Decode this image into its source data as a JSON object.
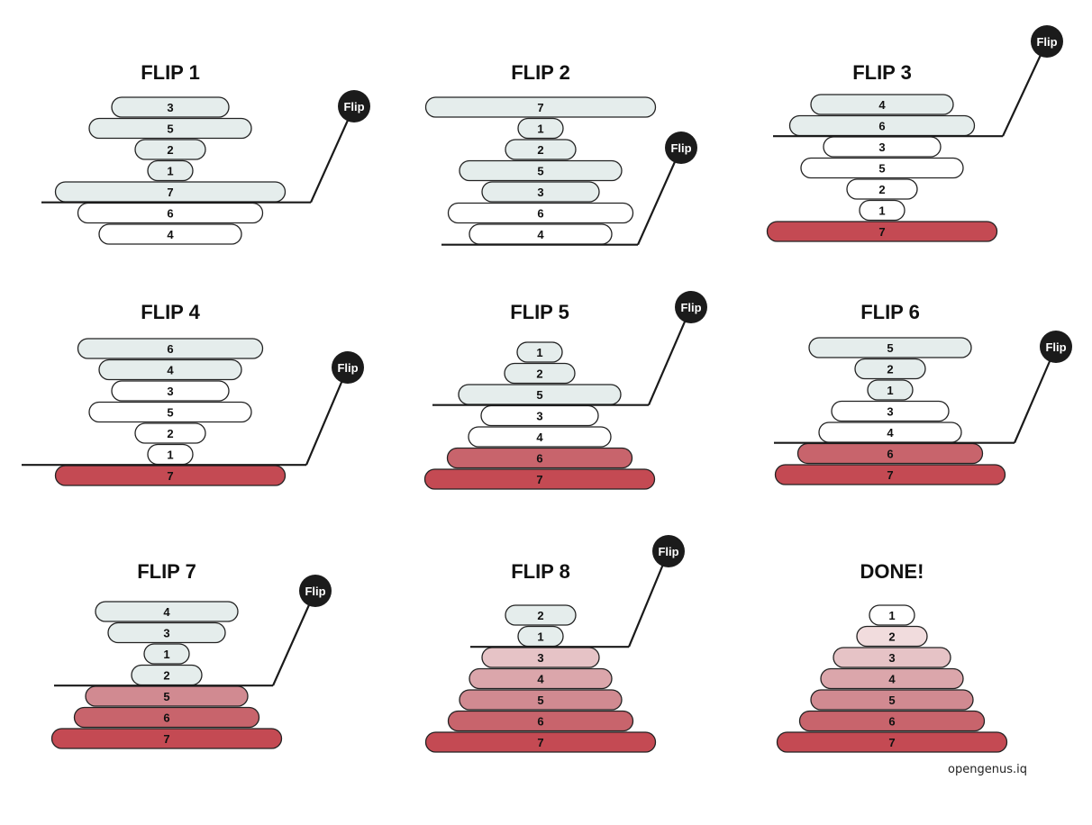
{
  "colors": {
    "pending": "#e5edec",
    "unmarked": "#ffffff",
    "sorted_1": "#ffffff",
    "sorted_2": "#f1dcdd",
    "sorted_3": "#e6c3c6",
    "sorted_4": "#dba6ab",
    "sorted_5": "#d18a91",
    "sorted_6": "#c8646c",
    "sorted_7": "#c44a53",
    "outline": "#222222",
    "flip_marker": "#1b1b1b"
  },
  "flip_marker_label": "Flip",
  "panels": [
    {
      "title": "FLIP 1",
      "flip": true,
      "disks": [
        {
          "value": "3",
          "state": "pending"
        },
        {
          "value": "5",
          "state": "pending"
        },
        {
          "value": "2",
          "state": "pending"
        },
        {
          "value": "1",
          "state": "pending"
        },
        {
          "value": "7",
          "state": "pending"
        },
        {
          "value": "6",
          "state": "unmarked"
        },
        {
          "value": "4",
          "state": "unmarked"
        }
      ]
    },
    {
      "title": "FLIP 2",
      "flip": true,
      "disks": [
        {
          "value": "7",
          "state": "pending"
        },
        {
          "value": "1",
          "state": "pending"
        },
        {
          "value": "2",
          "state": "pending"
        },
        {
          "value": "5",
          "state": "pending"
        },
        {
          "value": "3",
          "state": "pending"
        },
        {
          "value": "6",
          "state": "unmarked"
        },
        {
          "value": "4",
          "state": "unmarked"
        }
      ]
    },
    {
      "title": "FLIP 3",
      "flip": true,
      "disks": [
        {
          "value": "4",
          "state": "pending"
        },
        {
          "value": "6",
          "state": "pending"
        },
        {
          "value": "3",
          "state": "unmarked"
        },
        {
          "value": "5",
          "state": "unmarked"
        },
        {
          "value": "2",
          "state": "unmarked"
        },
        {
          "value": "1",
          "state": "unmarked"
        },
        {
          "value": "7",
          "state": "sorted"
        }
      ]
    },
    {
      "title": "FLIP 4",
      "flip": true,
      "disks": [
        {
          "value": "6",
          "state": "pending"
        },
        {
          "value": "4",
          "state": "pending"
        },
        {
          "value": "3",
          "state": "unmarked"
        },
        {
          "value": "5",
          "state": "unmarked"
        },
        {
          "value": "2",
          "state": "unmarked"
        },
        {
          "value": "1",
          "state": "unmarked"
        },
        {
          "value": "7",
          "state": "sorted"
        }
      ]
    },
    {
      "title": "FLIP 5",
      "flip": true,
      "disks": [
        {
          "value": "1",
          "state": "pending"
        },
        {
          "value": "2",
          "state": "pending"
        },
        {
          "value": "5",
          "state": "pending"
        },
        {
          "value": "3",
          "state": "unmarked"
        },
        {
          "value": "4",
          "state": "unmarked"
        },
        {
          "value": "6",
          "state": "sorted"
        },
        {
          "value": "7",
          "state": "sorted"
        }
      ]
    },
    {
      "title": "FLIP 6",
      "flip": true,
      "disks": [
        {
          "value": "5",
          "state": "pending"
        },
        {
          "value": "2",
          "state": "pending"
        },
        {
          "value": "1",
          "state": "pending"
        },
        {
          "value": "3",
          "state": "unmarked"
        },
        {
          "value": "4",
          "state": "unmarked"
        },
        {
          "value": "6",
          "state": "sorted"
        },
        {
          "value": "7",
          "state": "sorted"
        }
      ]
    },
    {
      "title": "FLIP 7",
      "flip": true,
      "disks": [
        {
          "value": "4",
          "state": "pending"
        },
        {
          "value": "3",
          "state": "pending"
        },
        {
          "value": "1",
          "state": "pending"
        },
        {
          "value": "2",
          "state": "pending"
        },
        {
          "value": "5",
          "state": "sorted"
        },
        {
          "value": "6",
          "state": "sorted"
        },
        {
          "value": "7",
          "state": "sorted"
        }
      ]
    },
    {
      "title": "FLIP 8",
      "flip": true,
      "disks": [
        {
          "value": "2",
          "state": "pending"
        },
        {
          "value": "1",
          "state": "pending"
        },
        {
          "value": "3",
          "state": "sorted"
        },
        {
          "value": "4",
          "state": "sorted"
        },
        {
          "value": "5",
          "state": "sorted"
        },
        {
          "value": "6",
          "state": "sorted"
        },
        {
          "value": "7",
          "state": "sorted"
        }
      ]
    },
    {
      "title": "DONE!",
      "flip": false,
      "disks": [
        {
          "value": "1",
          "state": "sorted"
        },
        {
          "value": "2",
          "state": "sorted"
        },
        {
          "value": "3",
          "state": "sorted"
        },
        {
          "value": "4",
          "state": "sorted"
        },
        {
          "value": "5",
          "state": "sorted"
        },
        {
          "value": "6",
          "state": "sorted"
        },
        {
          "value": "7",
          "state": "sorted"
        }
      ]
    }
  ],
  "footer": {
    "credit": "opengenus.iq"
  }
}
